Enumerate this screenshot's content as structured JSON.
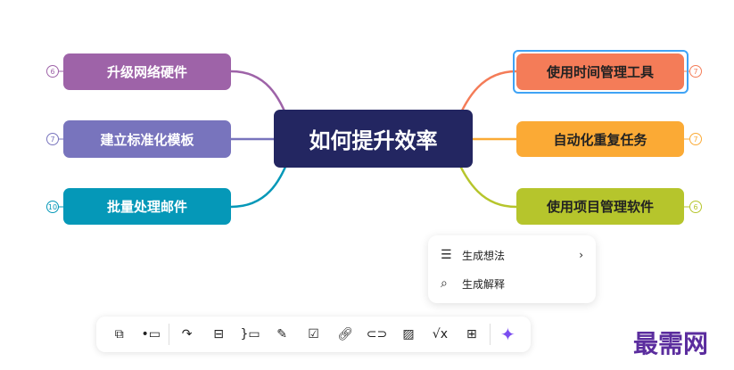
{
  "central": {
    "label": "如何提升效率"
  },
  "left_nodes": [
    {
      "label": "升级网络硬件",
      "badge": "6",
      "color": "#9e63a8"
    },
    {
      "label": "建立标准化模板",
      "badge": "7",
      "color": "#7874bd"
    },
    {
      "label": "批量处理邮件",
      "badge": "10",
      "color": "#0598b8"
    }
  ],
  "right_nodes": [
    {
      "label": "使用时间管理工具",
      "badge": "7",
      "color": "#f47c58"
    },
    {
      "label": "自动化重复任务",
      "badge": "7",
      "color": "#fbaa35"
    },
    {
      "label": "使用项目管理软件",
      "badge": "6",
      "color": "#b6c52c"
    }
  ],
  "popup": {
    "items": [
      {
        "label": "生成想法",
        "icon": "list-add-icon"
      },
      {
        "label": "生成解释",
        "icon": "search-sparkle-icon"
      }
    ]
  },
  "toolbar": {
    "icons": [
      "add-subnode-icon",
      "add-sibling-icon",
      "connector-icon",
      "summary-icon",
      "bracket-icon",
      "note-icon",
      "checkbox-icon",
      "link-icon",
      "hyperlink-icon",
      "image-icon",
      "formula-icon",
      "insert-icon",
      "ai-sparkle-icon"
    ]
  },
  "watermark": "最需网"
}
